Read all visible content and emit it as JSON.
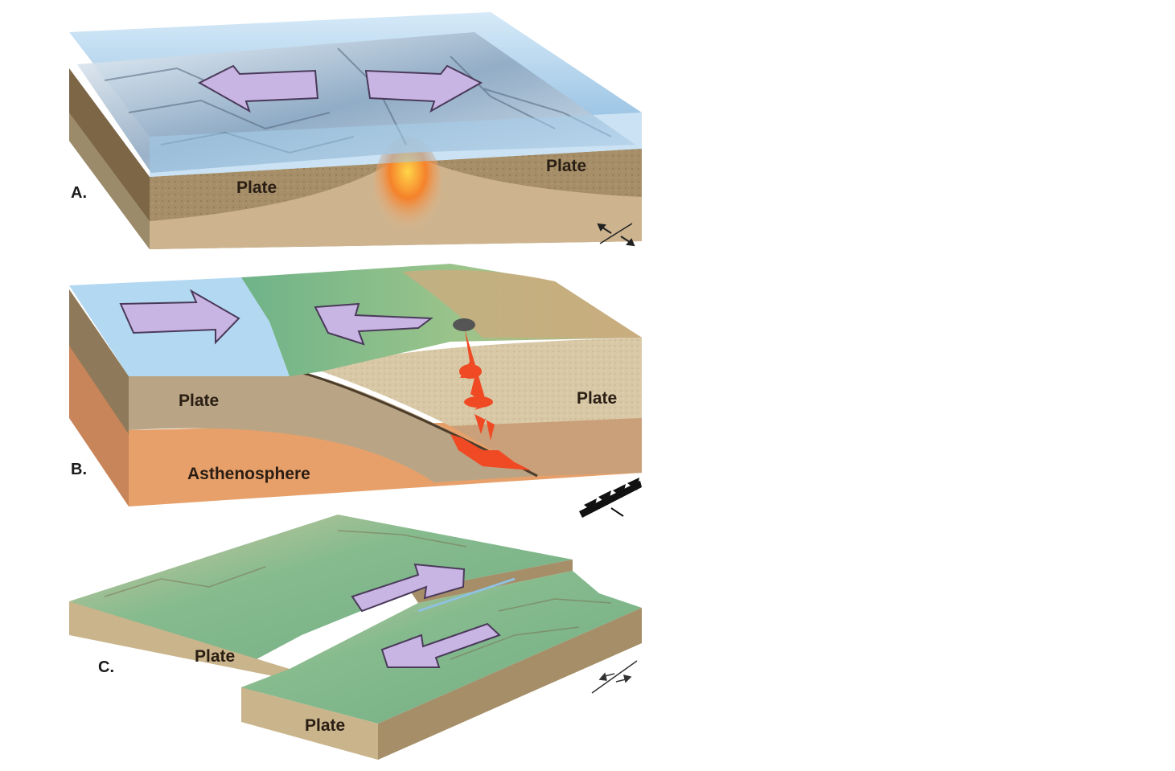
{
  "diagram": {
    "panels": [
      {
        "id": "A",
        "letter": "A.",
        "labels": [
          "Plate",
          "Plate"
        ]
      },
      {
        "id": "B",
        "letter": "B.",
        "labels": [
          "Plate",
          "Plate",
          "Asthenosphere"
        ]
      },
      {
        "id": "C",
        "letter": "C.",
        "labels": [
          "Plate",
          "Plate"
        ]
      }
    ],
    "colors": {
      "sea": "#a9d3ee",
      "sea_deep": "#7fb6df",
      "crust": "#b09a74",
      "crust_dark": "#8c7653",
      "crust_side": "#6f5a3c",
      "asthenosphere": "#e7a06a",
      "magma": "#f08a2a",
      "arrow_fill": "#c9b5e3",
      "arrow_stroke": "#4a3a5a",
      "land_green": "#7fb98a",
      "land_tan": "#c8b58c"
    },
    "icons": [
      "divergent-symbol-icon",
      "subduction-symbol-icon",
      "transform-symbol-icon"
    ]
  }
}
